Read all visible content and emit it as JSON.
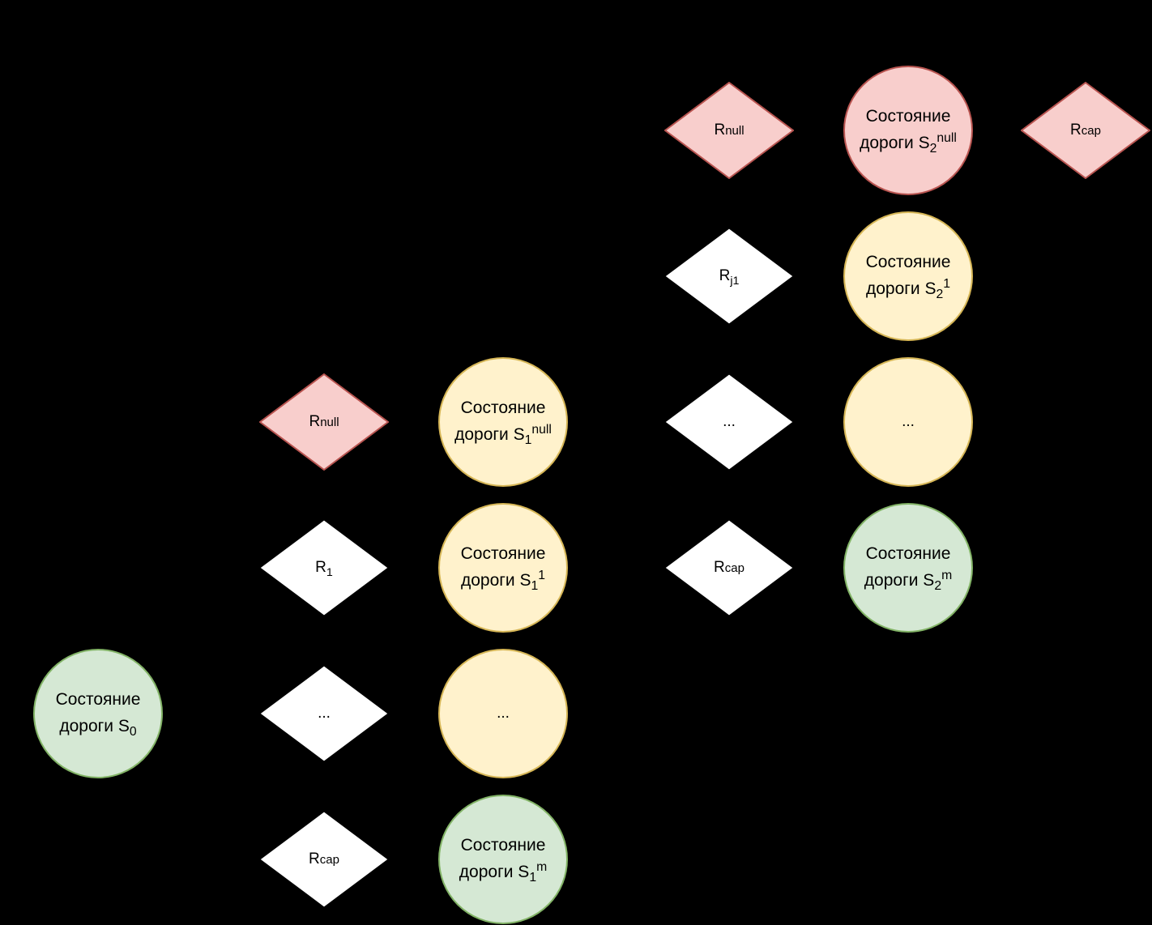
{
  "nodes": {
    "s0": {
      "label": "Состояние",
      "line2": "дороги S",
      "sub": "0",
      "color": "#d5e8d4"
    },
    "r1_null": {
      "base": "R",
      "small": "null",
      "color": "#f8cecc"
    },
    "s1_null": {
      "label": "Состояние",
      "line2": "дороги S",
      "sub": "1",
      "sup": "null",
      "color": "#fff2cc"
    },
    "r1_1": {
      "base": "R",
      "sub": "1",
      "color": "#ffffff"
    },
    "s1_1": {
      "label": "Состояние",
      "line2": "дороги S",
      "sub": "1",
      "sup": "1",
      "color": "#fff2cc"
    },
    "r1_dots": {
      "text": "...",
      "color": "#ffffff"
    },
    "s1_dots": {
      "text": "...",
      "color": "#fff2cc"
    },
    "r1_cap": {
      "base": "R",
      "small": "cap",
      "color": "#ffffff"
    },
    "s1_m": {
      "label": "Состояние",
      "line2": "дороги S",
      "sub": "1",
      "sup": "m",
      "color": "#d5e8d4"
    },
    "r2_null": {
      "base": "R",
      "small": "null",
      "color": "#f8cecc"
    },
    "s2_null": {
      "label": "Состояние",
      "line2": "дороги S",
      "sub": "2",
      "sup": "null",
      "color": "#f8cecc"
    },
    "r2_after_null": {
      "base": "R",
      "small": "cap",
      "color": "#f8cecc"
    },
    "r2_j1": {
      "base": "R",
      "sub": "j1",
      "color": "#ffffff"
    },
    "s2_1": {
      "label": "Состояние",
      "line2": "дороги S",
      "sub": "2",
      "sup": "1",
      "color": "#fff2cc"
    },
    "r2_dots": {
      "text": "...",
      "color": "#ffffff"
    },
    "s2_dots": {
      "text": "...",
      "color": "#fff2cc"
    },
    "r2_cap": {
      "base": "R",
      "small": "cap",
      "color": "#ffffff"
    },
    "s2_m": {
      "label": "Состояние",
      "line2": "дороги S",
      "sub": "2",
      "sup": "m",
      "color": "#d5e8d4"
    }
  }
}
